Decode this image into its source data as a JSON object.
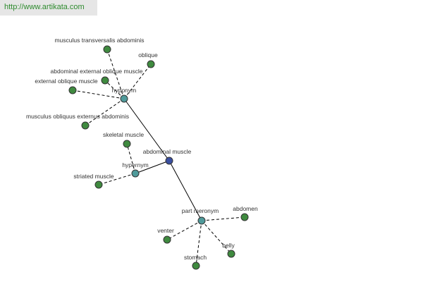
{
  "banner": {
    "url": "http://www.artikata.com"
  },
  "colors": {
    "root": "#3a4fa0",
    "relation": "#4f9a9a",
    "term": "#3f8a3f"
  },
  "graph": {
    "root": "abdominal muscle",
    "relations": [
      {
        "label": "hyponym",
        "terms": [
          "musculus transversalis abdominis",
          "oblique",
          "abdominal external oblique muscle",
          "external oblique muscle",
          "musculus obliquus externus abdominis"
        ]
      },
      {
        "label": "hypernym",
        "terms": [
          "skeletal muscle",
          "striated muscle"
        ]
      },
      {
        "label": "part meronym",
        "terms": [
          "abdomen",
          "venter",
          "belly",
          "stomach"
        ]
      }
    ]
  }
}
